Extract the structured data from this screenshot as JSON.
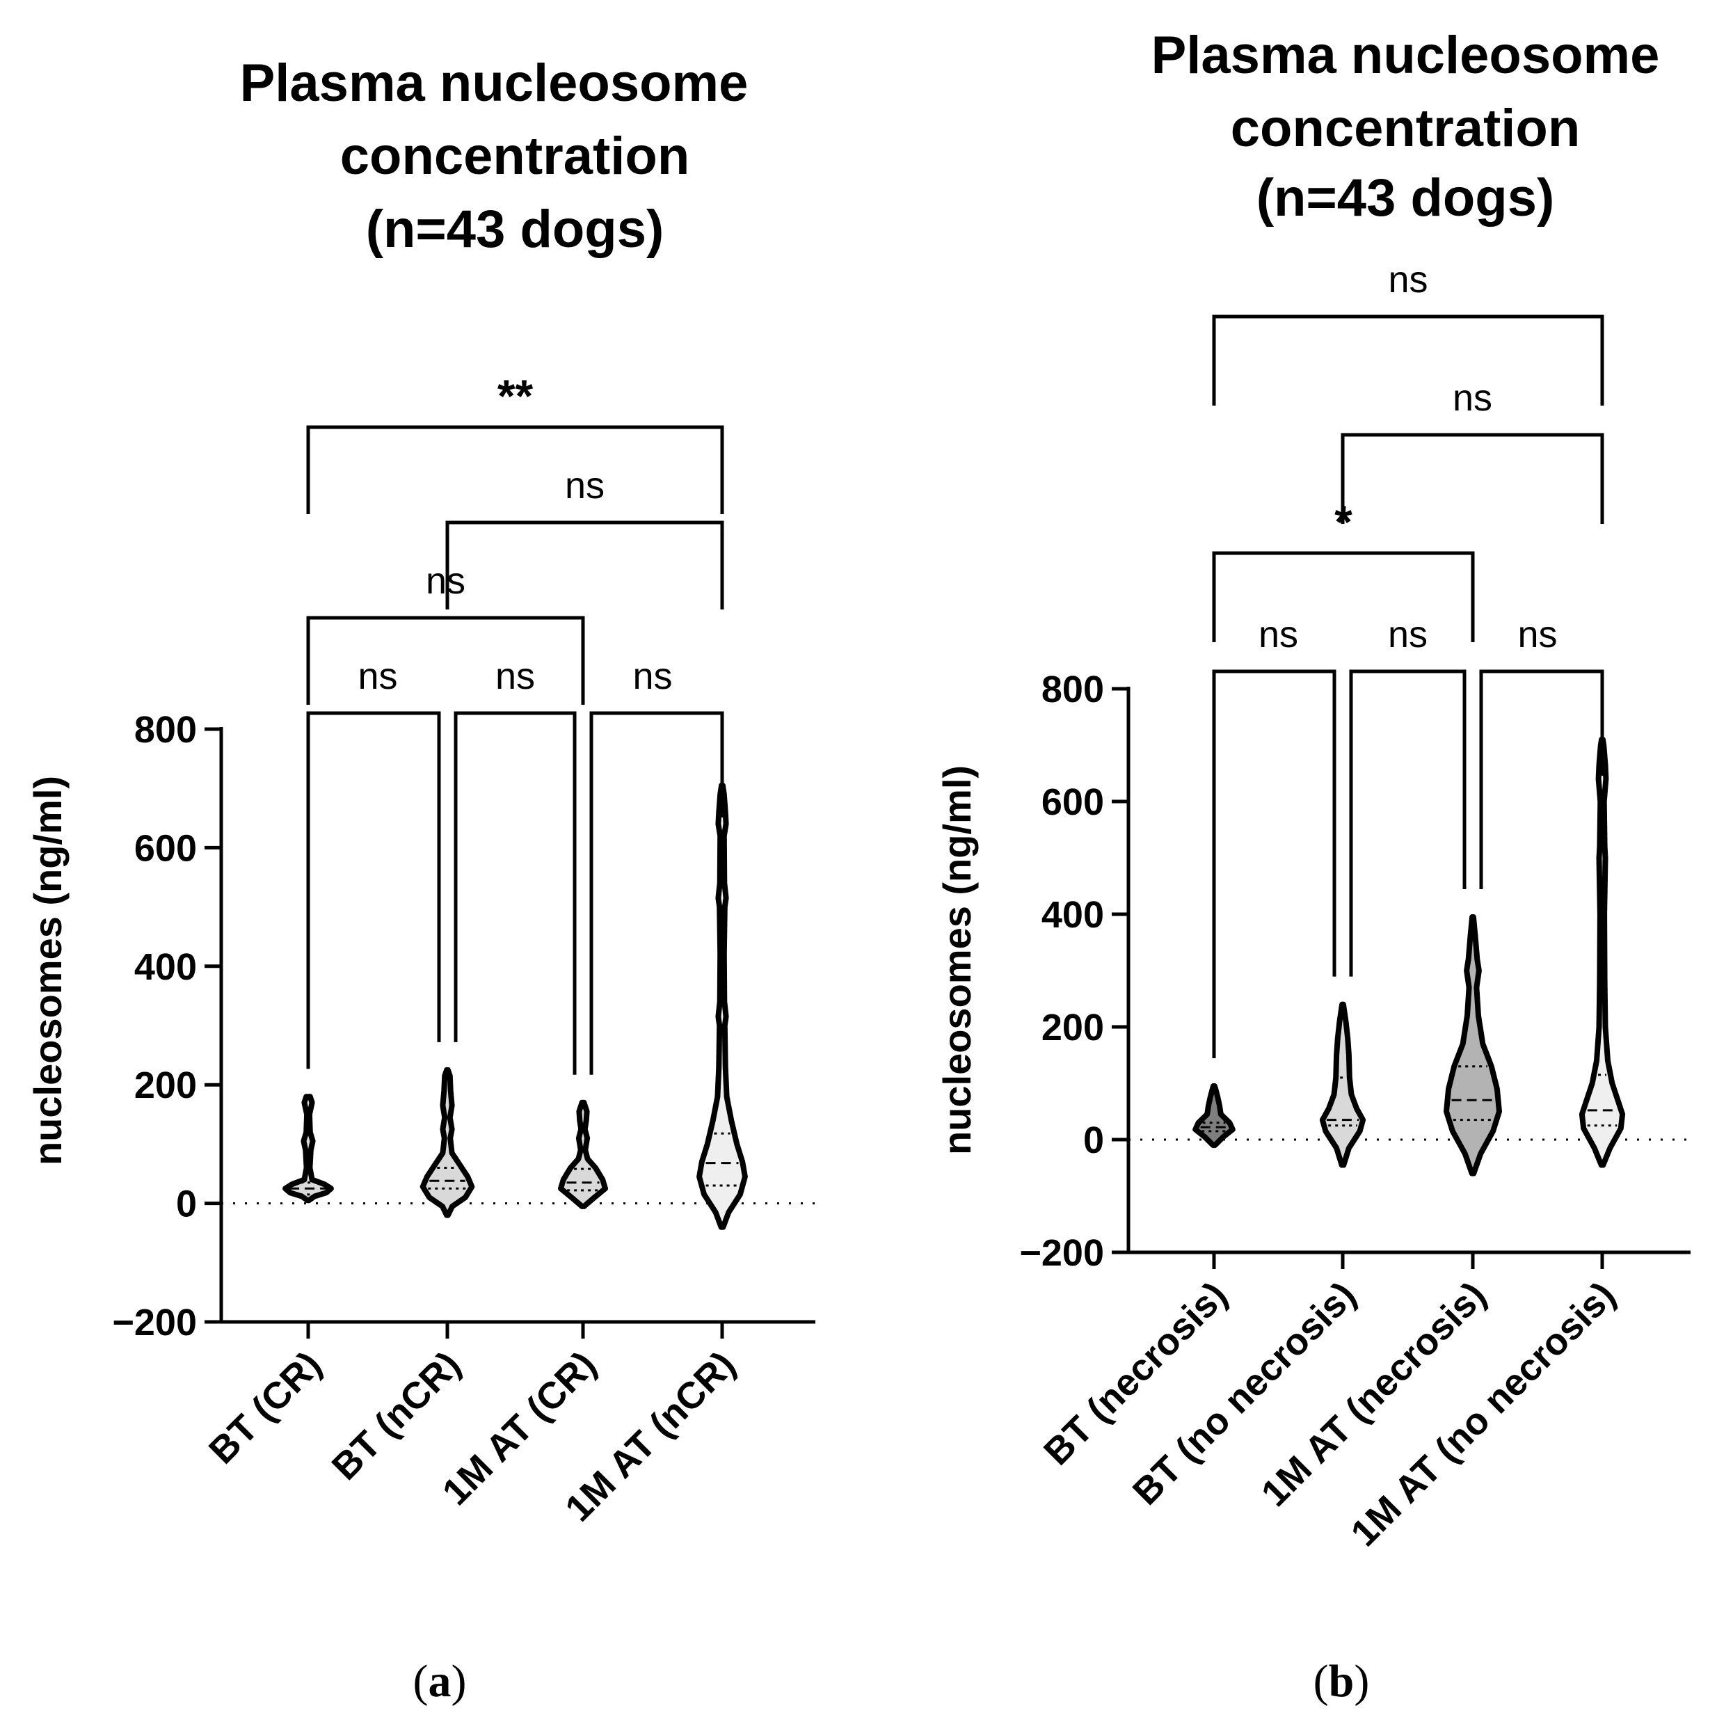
{
  "chart_data": [
    {
      "type": "violin",
      "panel_label": "a",
      "title": [
        "Plasma nucleosome",
        "concentration",
        "(n=43 dogs)"
      ],
      "ylabel": "nucleosomes (ng/ml)",
      "xlabel": "",
      "ylim": [
        -200,
        800
      ],
      "yticks": [
        -200,
        0,
        200,
        400,
        600,
        800
      ],
      "ytick_labels": [
        "−200",
        "0",
        "200",
        "400",
        "600",
        "800"
      ],
      "categories": [
        "BT (CR)",
        "BT (nCR)",
        "1M AT (CR)",
        "1M AT (nCR)"
      ],
      "reference_line_y": 0,
      "violins": [
        {
          "min": 5,
          "max": 180,
          "q1": 15,
          "median": 25,
          "q3": 35,
          "fill": "#d9d9d9",
          "profile": [
            [
              5,
              2
            ],
            [
              12,
              20
            ],
            [
              18,
              55
            ],
            [
              25,
              70
            ],
            [
              32,
              50
            ],
            [
              40,
              12
            ],
            [
              60,
              5
            ],
            [
              90,
              8
            ],
            [
              105,
              14
            ],
            [
              120,
              6
            ],
            [
              150,
              4
            ],
            [
              170,
              12
            ],
            [
              180,
              6
            ]
          ]
        },
        {
          "min": -20,
          "max": 225,
          "q1": 25,
          "median": 38,
          "q3": 60,
          "fill": "#d9d9d9",
          "profile": [
            [
              -20,
              2
            ],
            [
              -5,
              15
            ],
            [
              10,
              55
            ],
            [
              28,
              75
            ],
            [
              45,
              62
            ],
            [
              65,
              38
            ],
            [
              85,
              14
            ],
            [
              110,
              9
            ],
            [
              125,
              14
            ],
            [
              145,
              8
            ],
            [
              165,
              14
            ],
            [
              190,
              10
            ],
            [
              215,
              8
            ],
            [
              225,
              2
            ]
          ]
        },
        {
          "min": -5,
          "max": 170,
          "q1": 22,
          "median": 35,
          "q3": 58,
          "fill": "#d9d9d9",
          "profile": [
            [
              -5,
              3
            ],
            [
              10,
              35
            ],
            [
              25,
              68
            ],
            [
              40,
              60
            ],
            [
              60,
              38
            ],
            [
              75,
              14
            ],
            [
              90,
              7
            ],
            [
              110,
              13
            ],
            [
              125,
              6
            ],
            [
              140,
              10
            ],
            [
              155,
              12
            ],
            [
              170,
              3
            ]
          ]
        },
        {
          "min": -40,
          "max": 705,
          "q1": 30,
          "median": 68,
          "q3": 118,
          "fill": "#efefef",
          "profile": [
            [
              -40,
              3
            ],
            [
              -15,
              20
            ],
            [
              15,
              55
            ],
            [
              45,
              70
            ],
            [
              70,
              62
            ],
            [
              100,
              45
            ],
            [
              140,
              28
            ],
            [
              180,
              14
            ],
            [
              230,
              10
            ],
            [
              300,
              8
            ],
            [
              315,
              12
            ],
            [
              340,
              7
            ],
            [
              420,
              6
            ],
            [
              500,
              8
            ],
            [
              515,
              12
            ],
            [
              540,
              7
            ],
            [
              620,
              6
            ],
            [
              640,
              12
            ],
            [
              660,
              10
            ],
            [
              690,
              6
            ],
            [
              705,
              2
            ]
          ]
        }
      ],
      "comparisons": [
        {
          "from": 0,
          "to": 1,
          "label": "ns"
        },
        {
          "from": 1,
          "to": 2,
          "label": "ns"
        },
        {
          "from": 2,
          "to": 3,
          "label": "ns"
        },
        {
          "from": 0,
          "to": 2,
          "label": "ns"
        },
        {
          "from": 1,
          "to": 3,
          "label": "ns"
        },
        {
          "from": 0,
          "to": 3,
          "label": "**"
        }
      ]
    },
    {
      "type": "violin",
      "panel_label": "b",
      "title": [
        "Plasma nucleosome",
        "concentration",
        "(n=43 dogs)"
      ],
      "ylabel": "nucleosomes (ng/ml)",
      "xlabel": "",
      "ylim": [
        -200,
        800
      ],
      "yticks": [
        -200,
        0,
        200,
        400,
        600,
        800
      ],
      "ytick_labels": [
        "−200",
        "0",
        "200",
        "400",
        "600",
        "800"
      ],
      "categories": [
        "BT (necrosis)",
        "BT (no necrosis)",
        "1M AT (necrosis)",
        "1M AT (no necrosis)"
      ],
      "reference_line_y": 0,
      "violins": [
        {
          "min": -10,
          "max": 95,
          "q1": 15,
          "median": 22,
          "q3": 30,
          "fill": "#7f7f7f",
          "profile": [
            [
              -10,
              3
            ],
            [
              5,
              30
            ],
            [
              18,
              60
            ],
            [
              30,
              50
            ],
            [
              45,
              22
            ],
            [
              60,
              18
            ],
            [
              75,
              12
            ],
            [
              90,
              5
            ],
            [
              95,
              2
            ]
          ]
        },
        {
          "min": -45,
          "max": 240,
          "q1": 25,
          "median": 35,
          "q3": 110,
          "fill": "#d9d9d9",
          "profile": [
            [
              -45,
              3
            ],
            [
              -15,
              20
            ],
            [
              15,
              55
            ],
            [
              35,
              65
            ],
            [
              55,
              45
            ],
            [
              80,
              28
            ],
            [
              110,
              22
            ],
            [
              150,
              20
            ],
            [
              180,
              16
            ],
            [
              210,
              10
            ],
            [
              240,
              2
            ]
          ]
        },
        {
          "min": -60,
          "max": 395,
          "q1": 35,
          "median": 70,
          "q3": 130,
          "fill": "#b3b3b3",
          "profile": [
            [
              -60,
              3
            ],
            [
              -25,
              25
            ],
            [
              15,
              65
            ],
            [
              50,
              85
            ],
            [
              90,
              78
            ],
            [
              130,
              60
            ],
            [
              170,
              32
            ],
            [
              220,
              18
            ],
            [
              270,
              12
            ],
            [
              300,
              20
            ],
            [
              320,
              14
            ],
            [
              360,
              8
            ],
            [
              395,
              2
            ]
          ]
        },
        {
          "min": -45,
          "max": 710,
          "q1": 25,
          "median": 52,
          "q3": 115,
          "fill": "#efefef",
          "profile": [
            [
              -45,
              3
            ],
            [
              -15,
              25
            ],
            [
              20,
              60
            ],
            [
              45,
              65
            ],
            [
              70,
              50
            ],
            [
              100,
              32
            ],
            [
              140,
              18
            ],
            [
              200,
              10
            ],
            [
              280,
              8
            ],
            [
              400,
              7
            ],
            [
              500,
              10
            ],
            [
              520,
              8
            ],
            [
              600,
              6
            ],
            [
              640,
              12
            ],
            [
              665,
              10
            ],
            [
              700,
              5
            ],
            [
              710,
              2
            ]
          ]
        }
      ],
      "comparisons": [
        {
          "from": 0,
          "to": 1,
          "label": "ns"
        },
        {
          "from": 1,
          "to": 2,
          "label": "ns"
        },
        {
          "from": 2,
          "to": 3,
          "label": "ns"
        },
        {
          "from": 0,
          "to": 2,
          "label": "*"
        },
        {
          "from": 1,
          "to": 3,
          "label": "ns"
        },
        {
          "from": 0,
          "to": 3,
          "label": "ns"
        }
      ]
    }
  ]
}
